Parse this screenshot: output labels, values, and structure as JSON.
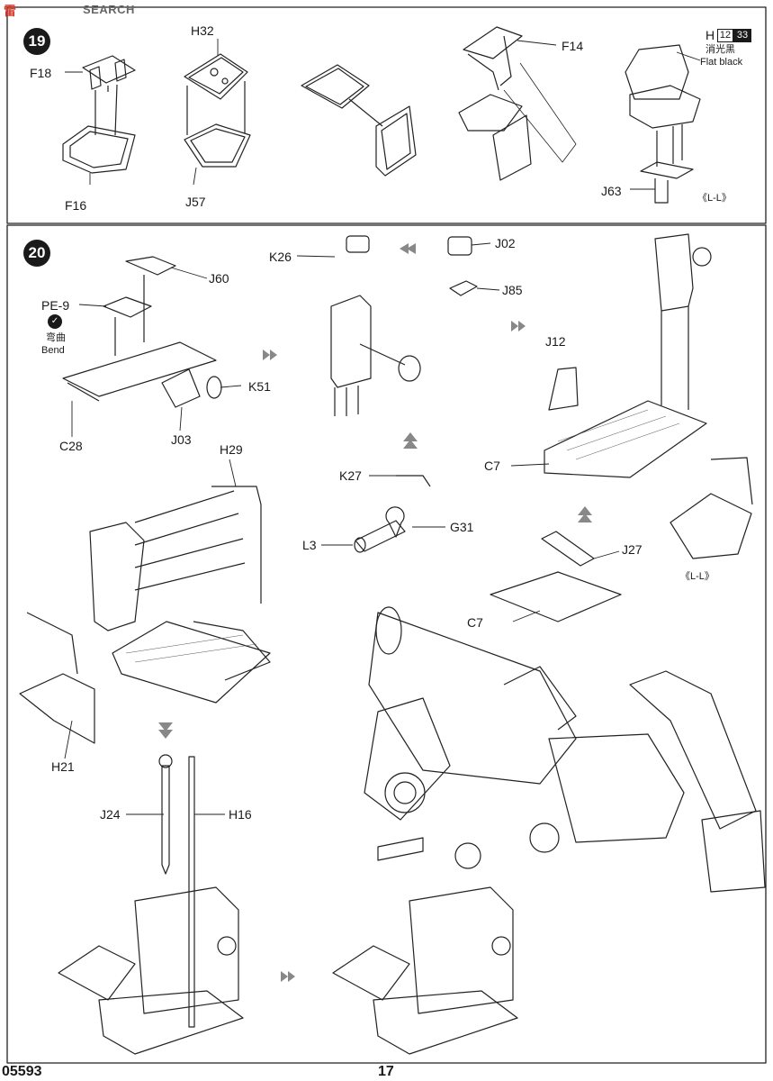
{
  "watermark": {
    "red_text": "雷",
    "text": "SEARCH"
  },
  "step19": {
    "number": "19",
    "labels": {
      "f18": "F18",
      "f16": "F16",
      "h32": "H32",
      "j57": "J57",
      "f14": "F14",
      "j63": "J63",
      "ll": "《L-L》"
    },
    "paint": {
      "part": "H",
      "code1": "12",
      "code2": "33",
      "cn": "消光黑",
      "en": "Flat black"
    }
  },
  "step20": {
    "number": "20",
    "labels": {
      "j60": "J60",
      "pe9": "PE-9",
      "bend_cn": "弯曲",
      "bend_en": "Bend",
      "k51": "K51",
      "j03": "J03",
      "c28": "C28",
      "k26": "K26",
      "j02": "J02",
      "j85": "J85",
      "j12": "J12",
      "c7a": "C7",
      "ll": "《L-L》",
      "k27": "K27",
      "g31": "G31",
      "l3": "L3",
      "j27": "J27",
      "c7b": "C7",
      "h29": "H29",
      "h21": "H21",
      "j24": "J24",
      "h16": "H16"
    }
  },
  "footer": {
    "code": "05593",
    "page": "17"
  }
}
